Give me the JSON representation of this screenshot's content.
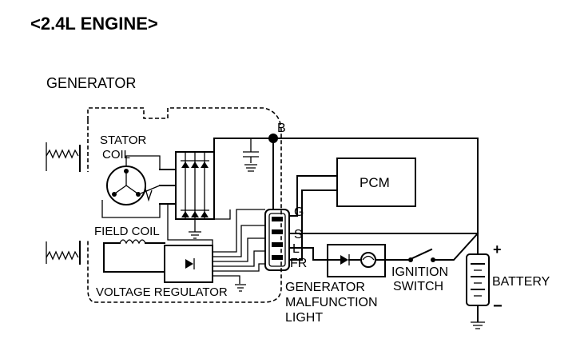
{
  "title": "<2.4L ENGINE>",
  "labels": {
    "generator": "GENERATOR",
    "stator_line1": "STATOR",
    "stator_line2": "COIL",
    "field_coil": "FIELD COIL",
    "voltage_regulator": "VOLTAGE REGULATOR",
    "terminal_b": "B",
    "terminal_g": "G",
    "terminal_s": "S",
    "terminal_l": "L",
    "terminal_fr": "FR",
    "pcm": "PCM",
    "malfunction_line1": "GENERATOR",
    "malfunction_line2": "MALFUNCTION",
    "malfunction_line3": "LIGHT",
    "ignition_line1": "IGNITION",
    "ignition_line2": "SWITCH",
    "battery": "BATTERY",
    "plus": "+",
    "minus": "−"
  },
  "icons": [
    "stator-coil-icon",
    "diode-bridge-icon",
    "capacitor-icon",
    "ground-icon",
    "resistor-icon",
    "lamp-icon",
    "switch-icon",
    "battery-icon",
    "connector-icon"
  ]
}
